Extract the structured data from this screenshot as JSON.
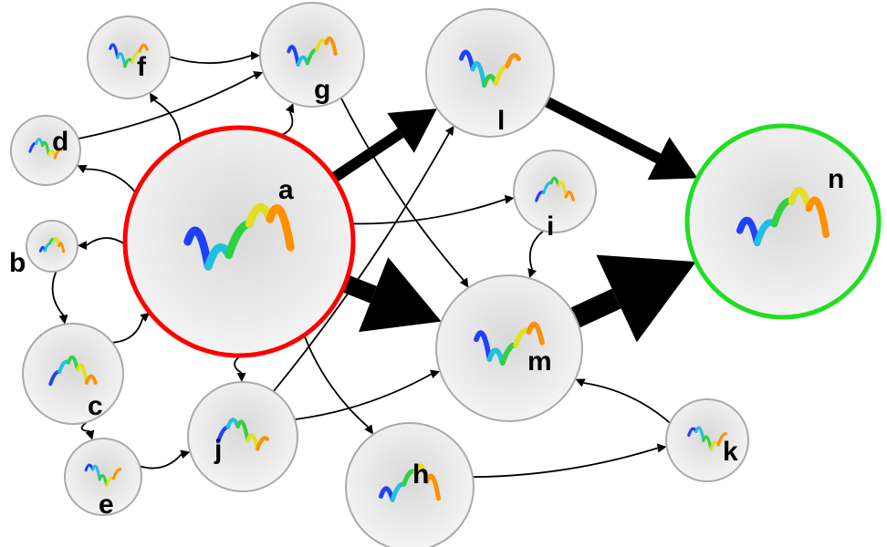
{
  "nodes": [
    {
      "id": "a",
      "label": "a",
      "kind": "start"
    },
    {
      "id": "b",
      "label": "b"
    },
    {
      "id": "c",
      "label": "c"
    },
    {
      "id": "d",
      "label": "d"
    },
    {
      "id": "e",
      "label": "e"
    },
    {
      "id": "f",
      "label": "f"
    },
    {
      "id": "g",
      "label": "g"
    },
    {
      "id": "h",
      "label": "h"
    },
    {
      "id": "i",
      "label": "i"
    },
    {
      "id": "j",
      "label": "j"
    },
    {
      "id": "k",
      "label": "k"
    },
    {
      "id": "l",
      "label": "l"
    },
    {
      "id": "m",
      "label": "m"
    },
    {
      "id": "n",
      "label": "n",
      "kind": "native"
    }
  ],
  "edges": [
    {
      "from": "a",
      "to": "l",
      "weight": 3
    },
    {
      "from": "a",
      "to": "m",
      "weight": 5
    },
    {
      "from": "m",
      "to": "n",
      "weight": 6
    },
    {
      "from": "l",
      "to": "n",
      "weight": 3
    },
    {
      "from": "a",
      "to": "i",
      "weight": 1
    },
    {
      "from": "a",
      "to": "g",
      "weight": 1
    },
    {
      "from": "a",
      "to": "f",
      "weight": 1
    },
    {
      "from": "a",
      "to": "d",
      "weight": 1
    },
    {
      "from": "a",
      "to": "b",
      "weight": 1
    },
    {
      "from": "a",
      "to": "j",
      "weight": 1
    },
    {
      "from": "a",
      "to": "h",
      "weight": 1
    },
    {
      "from": "f",
      "to": "g",
      "weight": 1
    },
    {
      "from": "d",
      "to": "g",
      "weight": 1
    },
    {
      "from": "g",
      "to": "m",
      "weight": 1
    },
    {
      "from": "i",
      "to": "m",
      "weight": 1
    },
    {
      "from": "b",
      "to": "c",
      "weight": 1
    },
    {
      "from": "c",
      "to": "a",
      "weight": 1
    },
    {
      "from": "c",
      "to": "e",
      "weight": 1
    },
    {
      "from": "e",
      "to": "j",
      "weight": 1
    },
    {
      "from": "j",
      "to": "l",
      "weight": 1
    },
    {
      "from": "j",
      "to": "m",
      "weight": 1
    },
    {
      "from": "h",
      "to": "k",
      "weight": 1
    },
    {
      "from": "k",
      "to": "m",
      "weight": 1
    }
  ],
  "colors": {
    "start": "#ff0000",
    "native": "#22dd22",
    "node_border": "#aaaaaa",
    "node_fill": "#eeeeee",
    "edge": "#000000"
  }
}
